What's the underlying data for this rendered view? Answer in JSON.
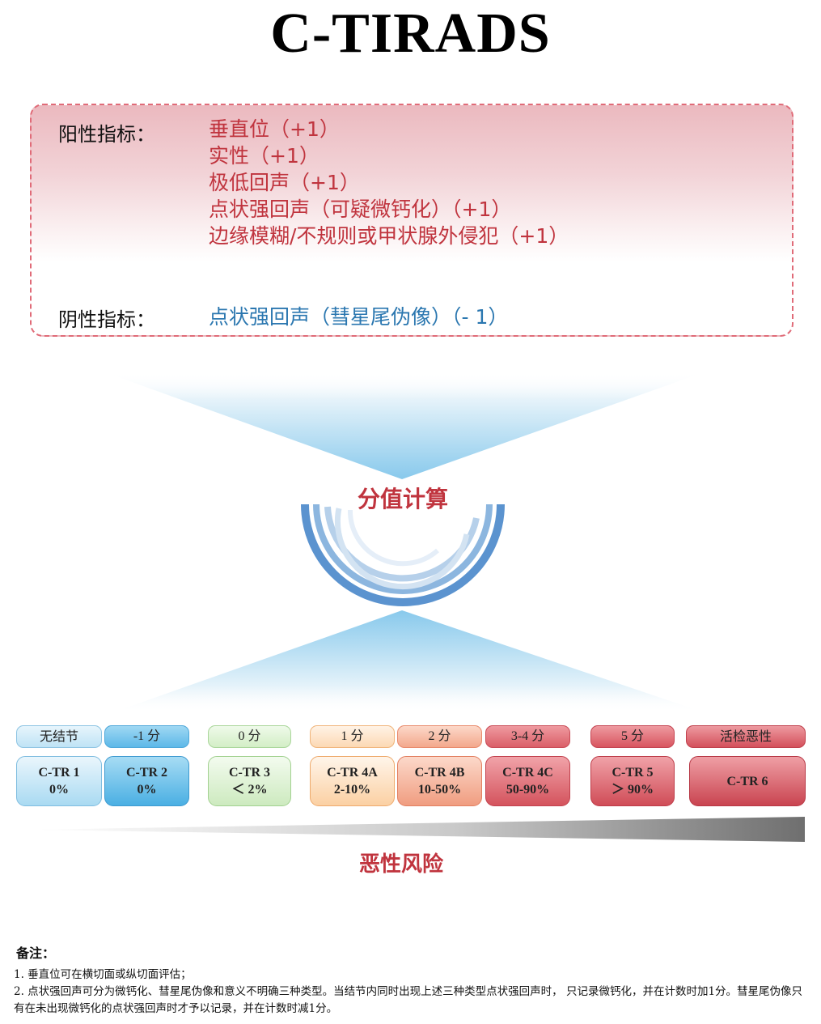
{
  "title": "C-TIRADS",
  "indicators": {
    "positive_label": "阳性指标：",
    "positive_items": [
      "垂直位（+1）",
      "实性（+1）",
      "极低回声（+1）",
      "点状强回声（可疑微钙化）（+1）",
      "边缘模糊/不规则或甲状腺外侵犯（+1）"
    ],
    "negative_label": "阴性指标：",
    "negative_item": "点状强回声（彗星尾伪像）（- 1）"
  },
  "calc_label": "分值计算",
  "categories": [
    {
      "score": "无结节",
      "name": "C-TR 1",
      "risk": "0%"
    },
    {
      "score": "-1 分",
      "name": "C-TR 2",
      "risk": "0%"
    },
    {
      "score": "0 分",
      "name": "C-TR 3",
      "risk": "＜ 2%"
    },
    {
      "score": "1 分",
      "name": "C-TR 4A",
      "risk": "2-10%"
    },
    {
      "score": "2 分",
      "name": "C-TR 4B",
      "risk": "10-50%"
    },
    {
      "score": "3-4 分",
      "name": "C-TR 4C",
      "risk": "50-90%"
    },
    {
      "score": "5 分",
      "name": "C-TR 5",
      "risk": "＞ 90%"
    },
    {
      "score": "活检恶性",
      "name": "C-TR 6",
      "risk": ""
    }
  ],
  "risk_label": "恶性风险",
  "notes": {
    "title": "备注：",
    "items": [
      "1. 垂直位可在横切面或纵切面评估；",
      "2. 点状强回声可分为微钙化、彗星尾伪像和意义不明确三种类型。当结节内同时出现上述三种类型点状强回声时， 只记录微钙化，并在计数时加1分。彗星尾伪像只有在未出现微钙化的点状强回声时才予以记录，并在计数时减1分。"
    ]
  },
  "colors": {
    "accent_red": "#c0343e",
    "accent_blue": "#2b77b0",
    "box_border": "#e06b78"
  }
}
